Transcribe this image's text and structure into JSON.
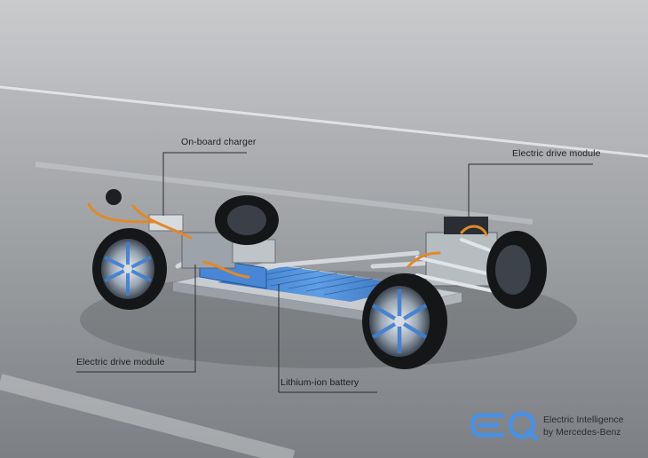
{
  "labels": {
    "onboard_charger": "On-board charger",
    "drive_module_rear": "Electric drive module",
    "drive_module_front": "Electric drive module",
    "battery": "Lithium-ion battery"
  },
  "brand": {
    "logo_text": "EQ",
    "line1": "Electric Intelligence",
    "line2": "by Mercedes-Benz",
    "accent_color": "#4a90e2"
  },
  "colors": {
    "battery_blue": "#3f7fd0",
    "cable_orange": "#e0892a",
    "frame_silver": "#c8ccd0",
    "tire_black": "#151618"
  }
}
